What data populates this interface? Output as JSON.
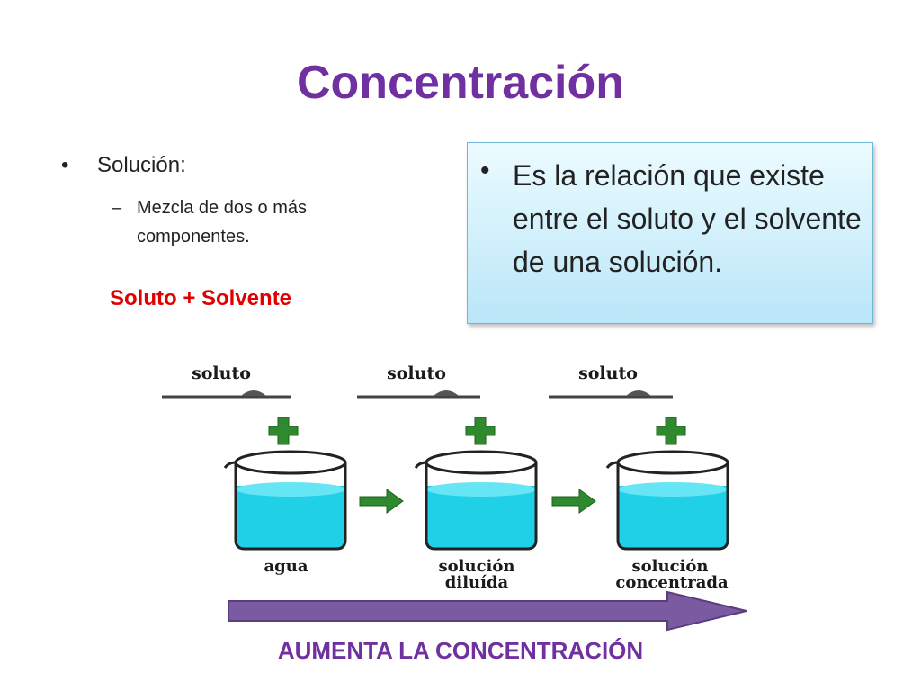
{
  "title": "Concentración",
  "left": {
    "bullet": "•",
    "bullet_text": "Solución:",
    "sub_dash": "–",
    "sub_text": "Mezcla de dos o más componentes.",
    "formula": "Soluto + Solvente"
  },
  "definition": {
    "bullet": "•",
    "text": "Es la relación que existe entre el soluto y el solvente de una solución."
  },
  "diagram": {
    "solute_label": "soluto",
    "beakers": [
      {
        "line1": "agua",
        "line2": ""
      },
      {
        "line1": "solución",
        "line2": "diluída"
      },
      {
        "line1": "solución",
        "line2": "concentrada"
      }
    ],
    "caption": "AUMENTA LA CONCENTRACIÓN"
  },
  "colors": {
    "title": "#7030a0",
    "formula": "#e00000",
    "plus": "#2f8a2f",
    "water": "#1fd0e6",
    "arrow": "#7a5aa0"
  }
}
